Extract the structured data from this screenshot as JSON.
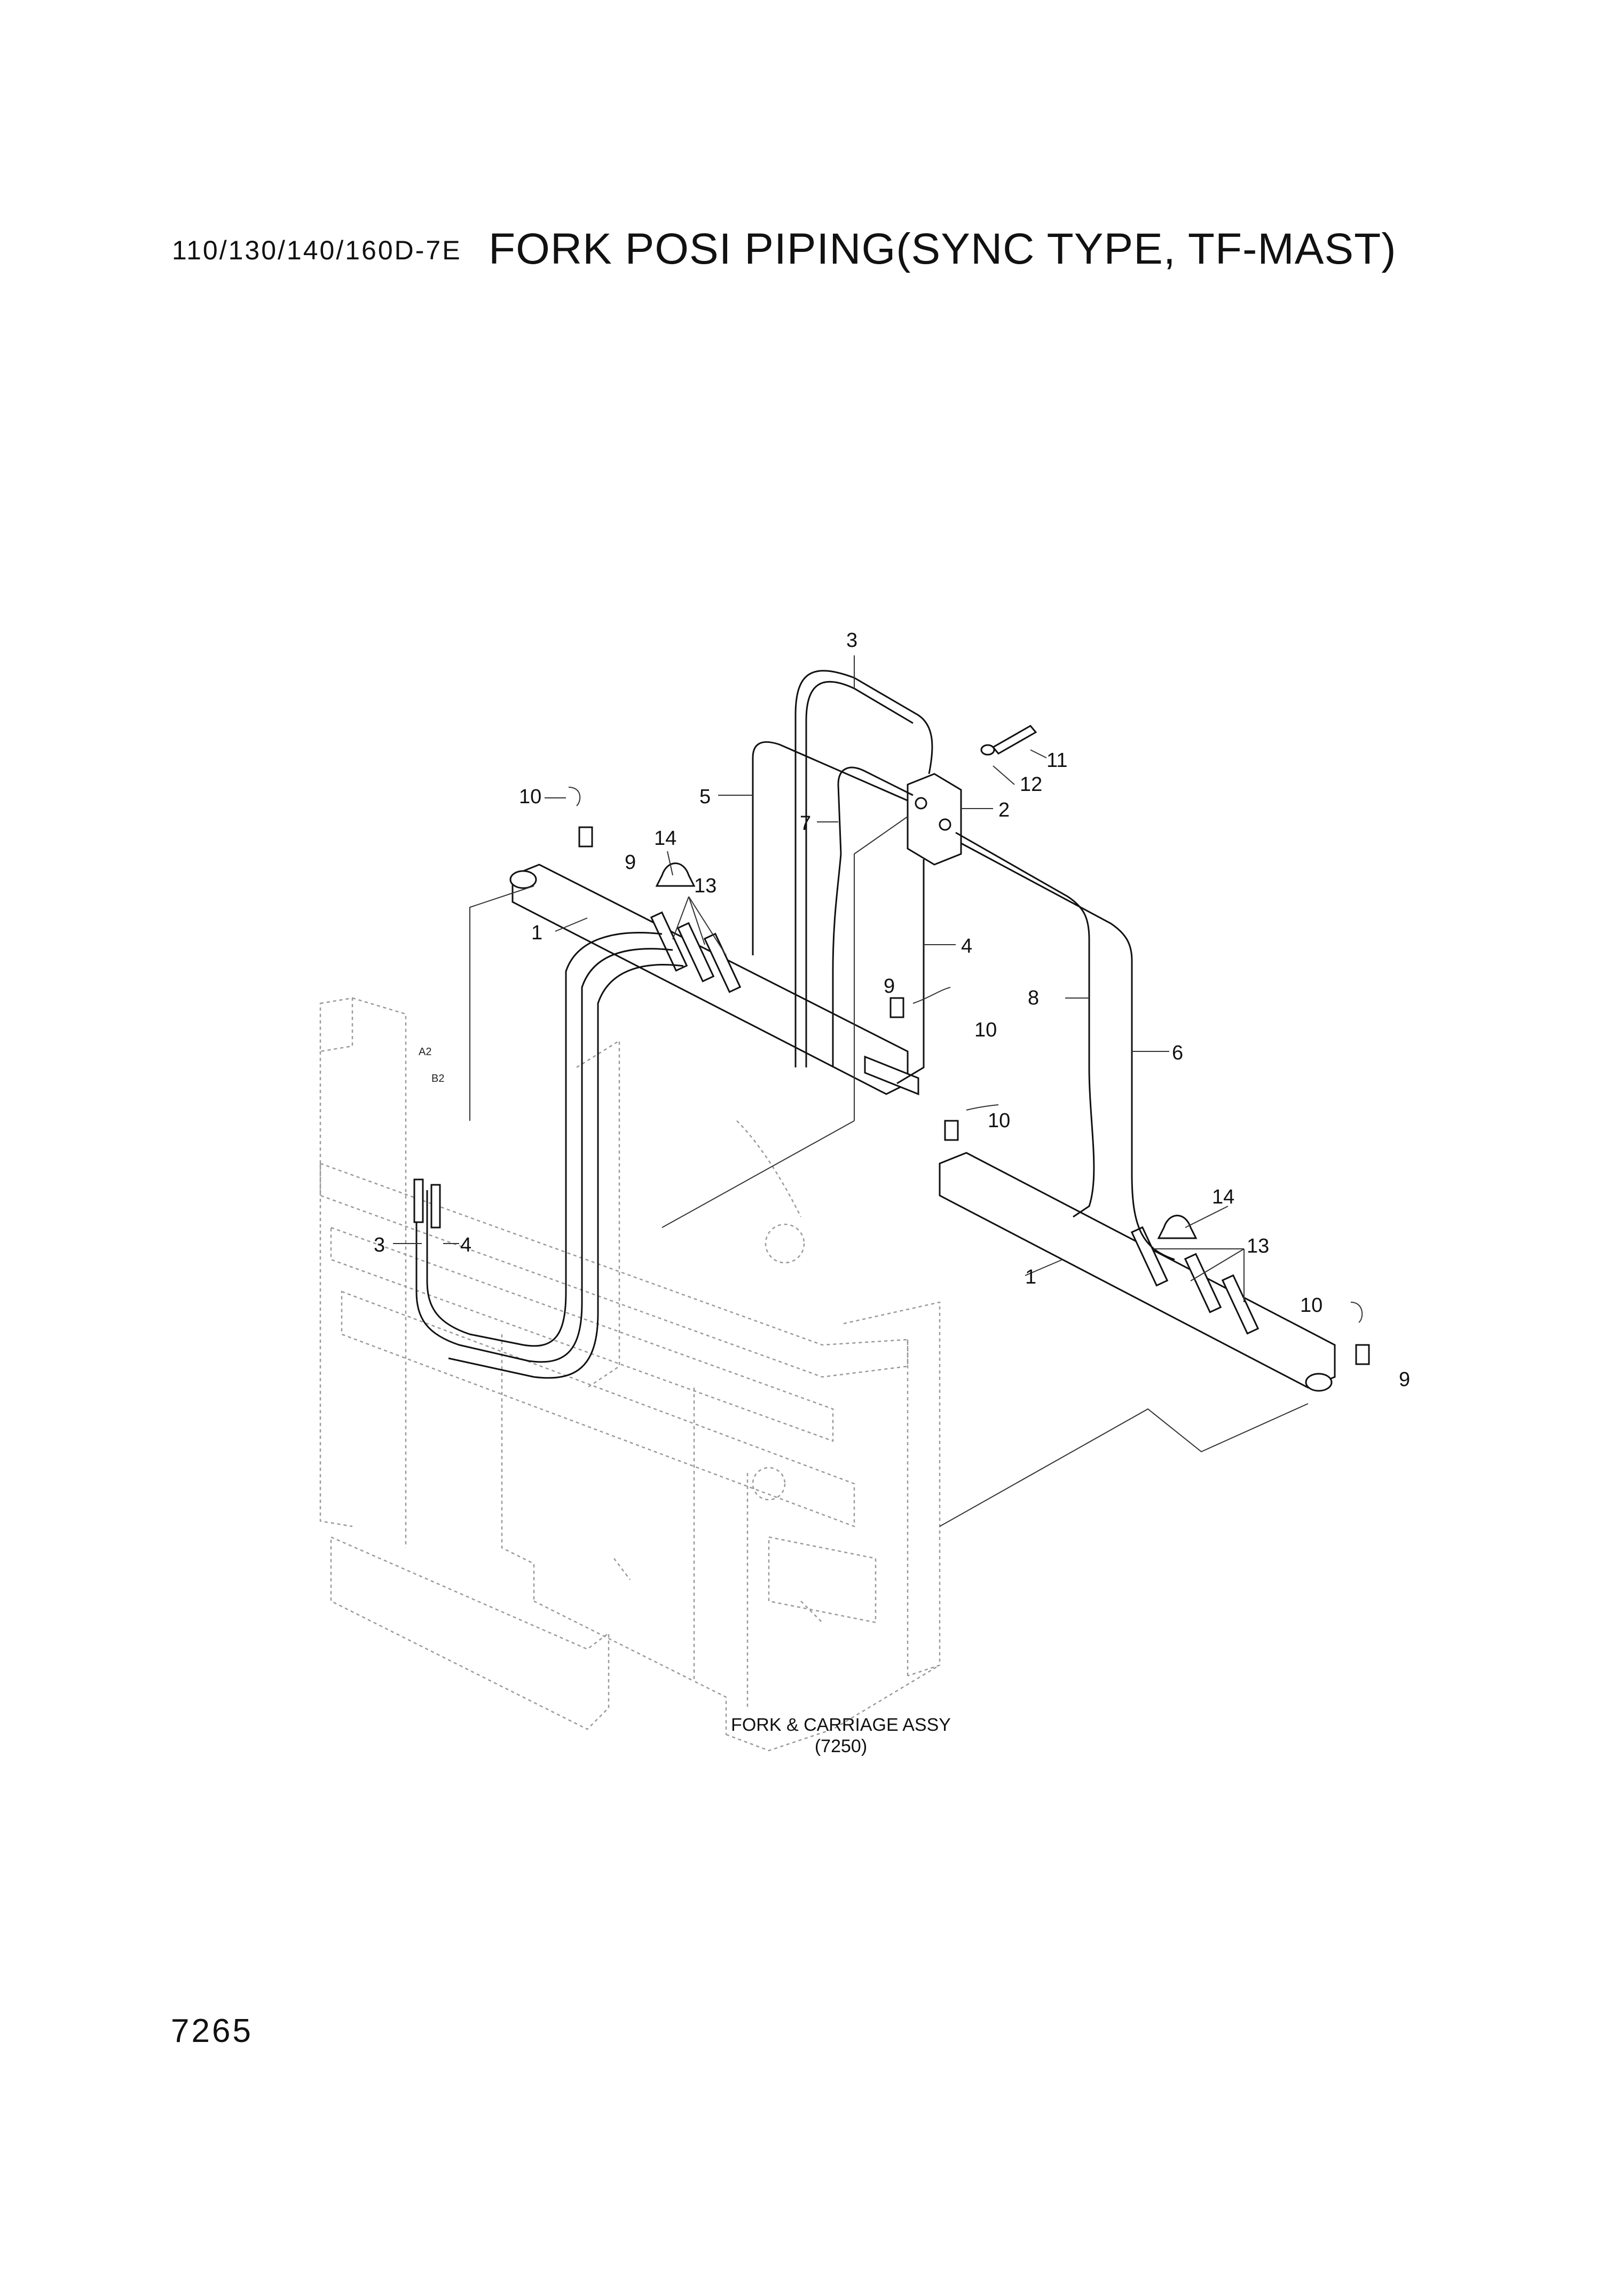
{
  "header": {
    "model": "110/130/140/160D-7E",
    "title": "FORK POSI PIPING(SYNC TYPE, TF-MAST)"
  },
  "reference": {
    "line1": "FORK & CARRIAGE ASSY",
    "line2": "(7250)"
  },
  "port_labels": {
    "a2": "A2",
    "b2": "B2"
  },
  "callouts": {
    "c1_left": "1",
    "c1_right": "1",
    "c2": "2",
    "c3_top": "3",
    "c3_bottom": "3",
    "c4_mid": "4",
    "c4_bottom": "4",
    "c5": "5",
    "c6": "6",
    "c7": "7",
    "c8": "8",
    "c9_left": "9",
    "c9_mid": "9",
    "c9_right": "9",
    "c10_left": "10",
    "c10_mid": "10",
    "c10_mid2": "10",
    "c10_right": "10",
    "c11": "11",
    "c12": "12",
    "c13_left": "13",
    "c13_right": "13",
    "c14_left": "14",
    "c14_right": "14"
  },
  "footer": {
    "page_number": "7265"
  }
}
